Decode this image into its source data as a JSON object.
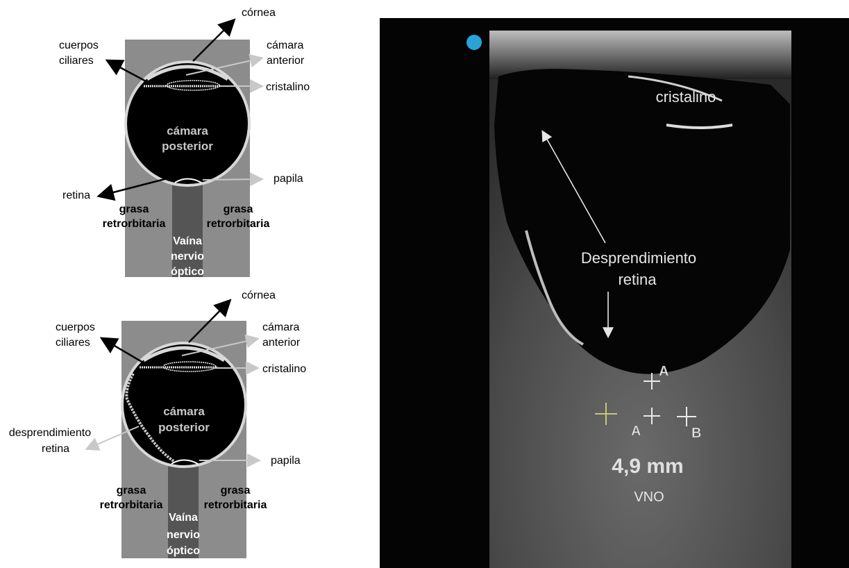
{
  "diagram_top": {
    "cornea": "córnea",
    "cuerpos": "cuerpos",
    "ciliares": "ciliares",
    "camara_a1": "cámara",
    "camara_a2": "anterior",
    "cristalino": "cristalino",
    "camara_p1": "cámara",
    "camara_p2": "posterior",
    "papila": "papila",
    "retina": "retina",
    "grasa_l1": "grasa",
    "grasa_l2": "retrorbitaria",
    "grasa_r1": "grasa",
    "grasa_r2": "retrorbitaria",
    "vaina1": "Vaína",
    "vaina2": "nervio",
    "vaina3": "óptico"
  },
  "diagram_bottom": {
    "cornea": "córnea",
    "cuerpos": "cuerpos",
    "ciliares": "ciliares",
    "camara_a1": "cámara",
    "camara_a2": "anterior",
    "cristalino": "cristalino",
    "camara_p1": "cámara",
    "camara_p2": "posterior",
    "desp1": "desprendimiento",
    "desp2": "retina",
    "papila": "papila",
    "grasa_l1": "grasa",
    "grasa_l2": "retrorbitaria",
    "grasa_r1": "grasa",
    "grasa_r2": "retrorbitaria",
    "vaina1": "Vaína",
    "vaina2": "nervio",
    "vaina3": "óptico"
  },
  "ultrasound": {
    "cristalino": "cristalino",
    "desp1": "Desprendimiento",
    "desp2": "retina",
    "caliper_a": "A",
    "caliper_b": "B",
    "measurement": "4,9 mm",
    "measure_label": "VNO"
  },
  "colors": {
    "orbit_gray": "#8c8c8c",
    "nerve_gray": "#555555",
    "eye_black": "#000000",
    "marker_blue": "#29a3d6"
  }
}
